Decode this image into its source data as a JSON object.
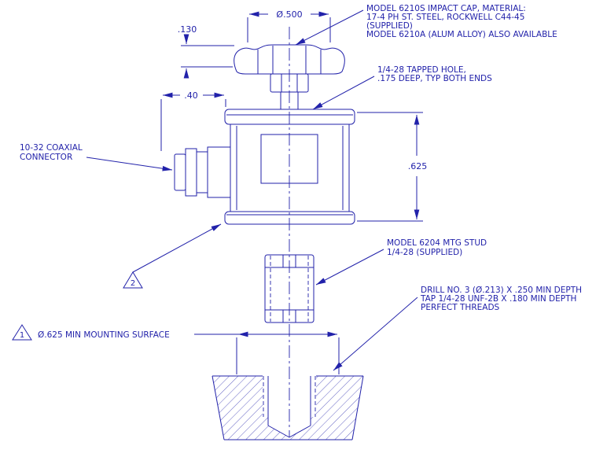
{
  "colors": {
    "line": "#2222AA",
    "background": "#FFFFFF"
  },
  "annotations": {
    "impact_cap": [
      "MODEL 6210S IMPACT CAP, MATERIAL:",
      "17-4 PH ST. STEEL, ROCKWELL C44-45",
      "(SUPPLIED)",
      "MODEL 6210A (ALUM ALLOY) ALSO AVAILABLE"
    ],
    "tapped_hole": [
      "1/4-28 TAPPED HOLE,",
      ".175 DEEP, TYP BOTH ENDS"
    ],
    "coaxial_connector": [
      "10-32 COAXIAL",
      "CONNECTOR"
    ],
    "mtg_stud": [
      "MODEL 6204 MTG STUD",
      "1/4-28 (SUPPLIED)"
    ],
    "drill_tap": [
      "DRILL NO. 3 (Ø.213) X .250 MIN DEPTH",
      "TAP 1/4-28 UNF-2B X .180 MIN DEPTH",
      "PERFECT THREADS"
    ],
    "mounting_surface": "Ø.625 MIN MOUNTING SURFACE"
  },
  "dimensions": {
    "cap_diameter": "Ø.500",
    "cap_height": ".130",
    "connector_length": ".40",
    "body_height": ".625"
  },
  "flags": {
    "mounting_surface_flag": "1",
    "body_flag": "2"
  }
}
